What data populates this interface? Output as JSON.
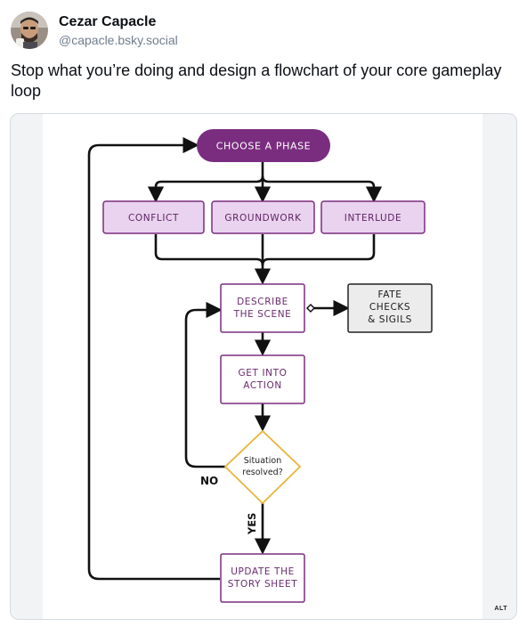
{
  "post": {
    "author": {
      "display_name": "Cezar Capacle",
      "handle": "@capacle.bsky.social"
    },
    "text": "Stop what you’re doing and design a flowchart of your core gameplay loop",
    "image": {
      "alt_badge": "ALT"
    }
  },
  "flowchart": {
    "colors": {
      "purple_dark": "#7a2d7f",
      "purple_light": "#ead3ef",
      "purple_border": "#7a2d7f",
      "gray_fill": "#ececec",
      "diamond_border": "#e9b43a",
      "line": "#111111"
    },
    "nodes": {
      "choose_phase": "CHOOSE A PHASE",
      "conflict": "CONFLICT",
      "groundwork": "GROUNDWORK",
      "interlude": "INTERLUDE",
      "describe_l1": "DESCRIBE",
      "describe_l2": "THE SCENE",
      "fate_l1": "FATE",
      "fate_l2": "CHECKS",
      "fate_l3": "& SIGILS",
      "action_l1": "GET INTO",
      "action_l2": "ACTION",
      "decision_l1": "Situation",
      "decision_l2": "resolved?",
      "update_l1": "UPDATE THE",
      "update_l2": "STORY SHEET"
    },
    "edge_labels": {
      "no": "NO",
      "yes": "YES"
    }
  }
}
